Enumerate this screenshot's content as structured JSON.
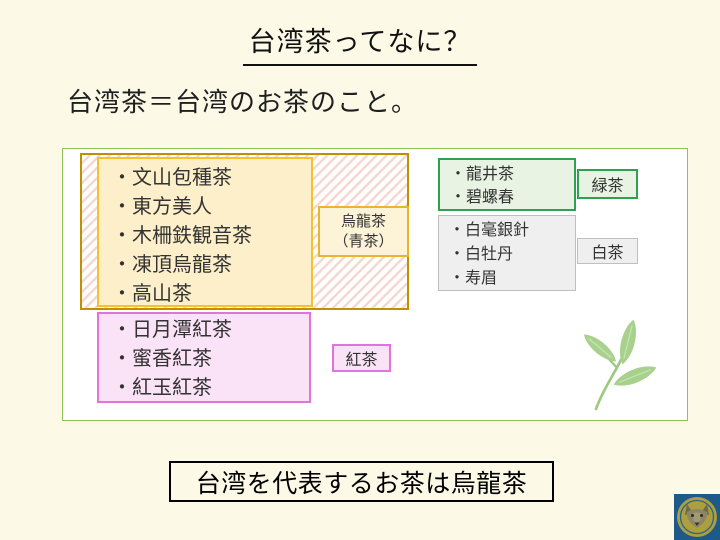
{
  "slide": {
    "title": "台湾茶ってなに？",
    "subtitle": "台湾茶＝台湾のお茶のこと。",
    "conclusion": "台湾を代表するお茶は烏龍茶"
  },
  "categories": {
    "oolong": {
      "label_line1": "烏龍茶",
      "label_line2": "（青茶）",
      "items": [
        "・文山包種茶",
        "・東方美人",
        "・木柵鉄観音茶",
        "・凍頂烏龍茶",
        "・高山茶"
      ]
    },
    "green": {
      "label": "緑茶",
      "items": [
        "・龍井茶",
        "・碧螺春"
      ]
    },
    "white": {
      "label": "白茶",
      "items": [
        "・白毫銀針",
        "・白牡丹",
        "・寿眉"
      ]
    },
    "black": {
      "label": "紅茶",
      "items": [
        "・日月潭紅茶",
        "・蜜香紅茶",
        "・紅玉紅茶"
      ]
    }
  },
  "icons": {
    "tea_leaves_icon": "three green tea leaves on a stem",
    "fox_badge_icon": "round fox emblem on blue square"
  },
  "colors": {
    "background": "#FCF9E7",
    "panel_border": "#90C353",
    "oolong_fill": "#FCEFC9",
    "oolong_border": "#F5C12E",
    "hatch_border": "#BF9000",
    "hatch_stripe": "#F5D8CF",
    "green_fill": "#E9F3E3",
    "green_border": "#2FA14E",
    "white_fill": "#EFEFEF",
    "white_border": "#BFBFBF",
    "black_tea_fill": "#FAE3F6",
    "black_tea_border": "#E272DC",
    "leaf": "#A9D18E",
    "logo_blue": "#1E5A89"
  }
}
